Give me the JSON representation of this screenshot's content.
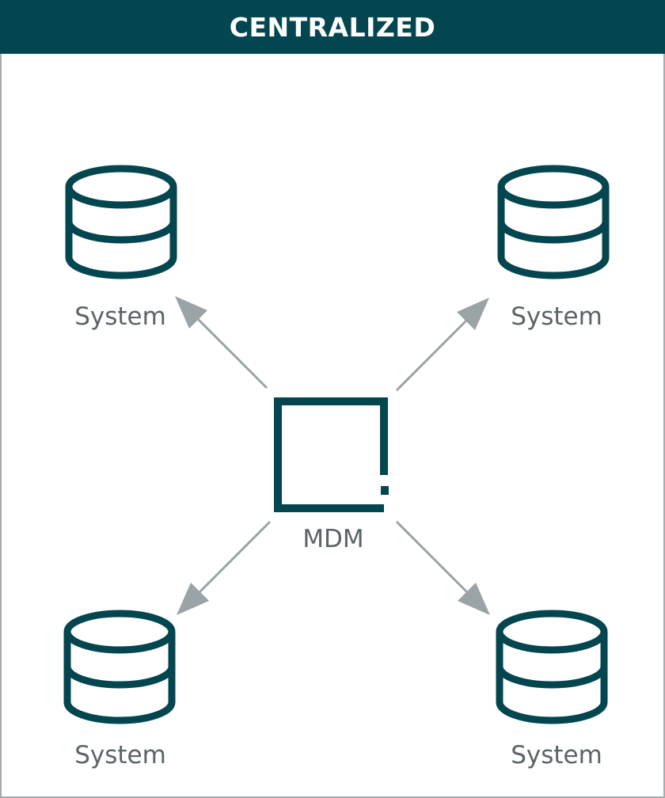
{
  "header": {
    "title": "CENTRALIZED"
  },
  "colors": {
    "primary": "#03464f",
    "arrow": "#9aa3a5",
    "label": "#5b6366",
    "border": "#a6acad"
  },
  "hub": {
    "label": "MDM",
    "icon": "square-icon"
  },
  "systems": [
    {
      "label": "System",
      "icon": "database-icon"
    },
    {
      "label": "System",
      "icon": "database-icon"
    },
    {
      "label": "System",
      "icon": "database-icon"
    },
    {
      "label": "System",
      "icon": "database-icon"
    }
  ]
}
